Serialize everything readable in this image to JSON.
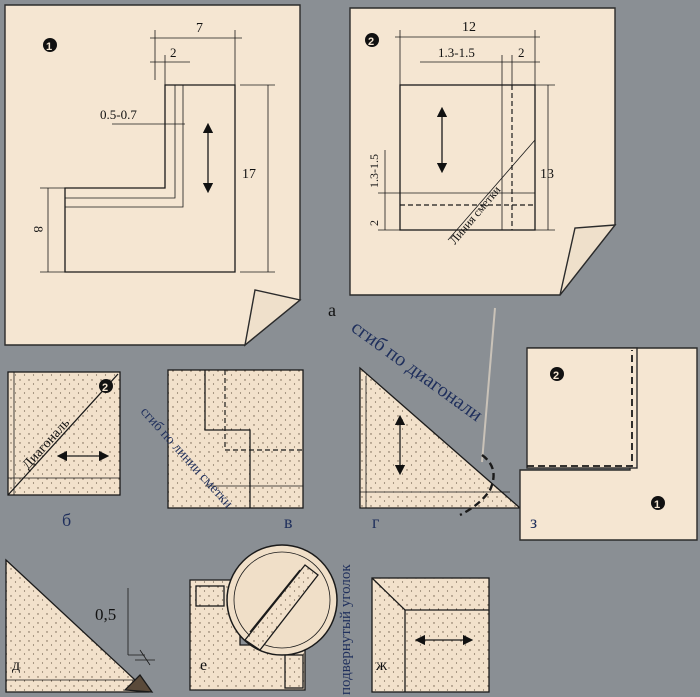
{
  "diagram": {
    "panel_letters": {
      "a": "а",
      "b": "б",
      "v": "в",
      "g": "г",
      "d": "д",
      "e": "е",
      "zh": "ж",
      "z": "з"
    },
    "part_numbers": {
      "one": "1",
      "two": "2"
    },
    "pattern1": {
      "dim_top": "7",
      "dim_small": "2",
      "dim_offset": "0.5-0.7",
      "dim_height": "17",
      "dim_left": "8"
    },
    "pattern2": {
      "dim_top": "12",
      "dim_mid": "1.3-1.5",
      "dim_small": "2",
      "dim_side": "1.3-1.5",
      "dim_bottom": "2",
      "dim_height": "13",
      "basting_line": "Линия сметки"
    },
    "labels": {
      "diagonal": "Диагональ",
      "fold_diagonal": "сгиб по диагонали",
      "fold_basting": "сгиб по линии сметки",
      "tucked_corner": "подвернутый уголок",
      "half": "0,5"
    }
  }
}
